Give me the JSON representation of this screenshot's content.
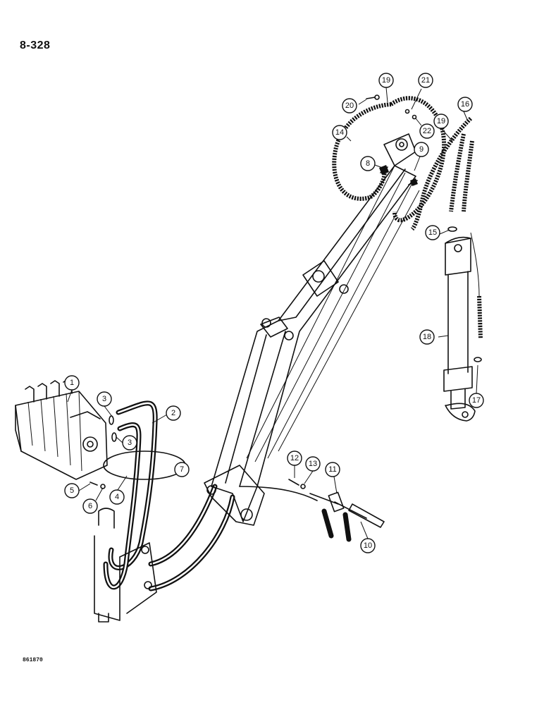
{
  "page_number": "8-328",
  "figure_code": "861870",
  "callouts": [
    {
      "label": "1"
    },
    {
      "label": "2"
    },
    {
      "label": "3"
    },
    {
      "label": "3"
    },
    {
      "label": "4"
    },
    {
      "label": "5"
    },
    {
      "label": "6"
    },
    {
      "label": "7"
    },
    {
      "label": "8"
    },
    {
      "label": "9"
    },
    {
      "label": "10"
    },
    {
      "label": "11"
    },
    {
      "label": "12"
    },
    {
      "label": "13"
    },
    {
      "label": "14"
    },
    {
      "label": "15"
    },
    {
      "label": "16"
    },
    {
      "label": "17"
    },
    {
      "label": "18"
    },
    {
      "label": "19"
    },
    {
      "label": "19"
    },
    {
      "label": "20"
    },
    {
      "label": "21"
    },
    {
      "label": "22"
    }
  ]
}
